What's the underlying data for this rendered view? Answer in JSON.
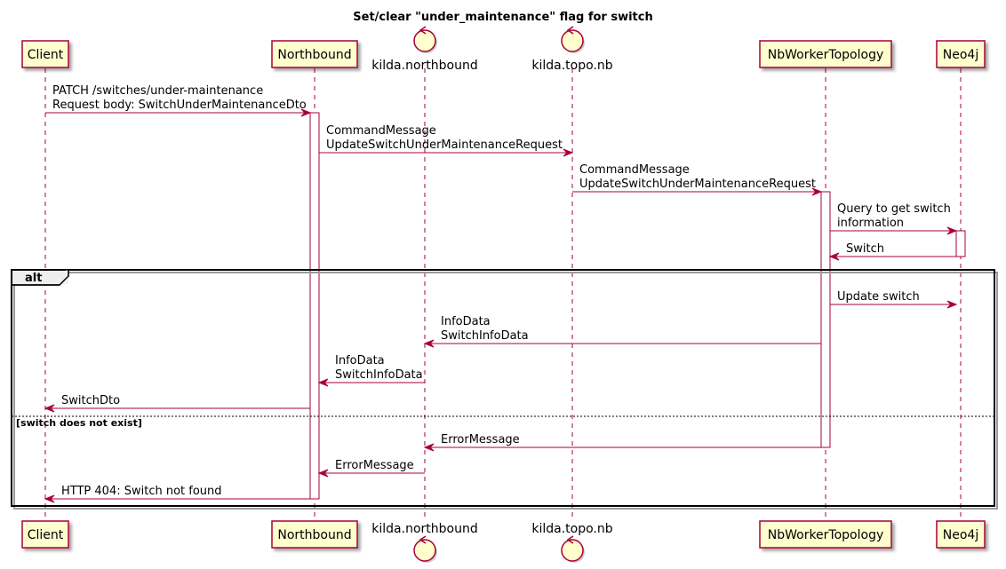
{
  "title": "Set/clear \"under_maintenance\" flag for switch",
  "colors": {
    "participant_fill": "#FEFECE",
    "participant_border": "#A80036",
    "arrow": "#A80036",
    "lifeline": "#A80036",
    "frame": "#000000"
  },
  "participants": [
    {
      "id": "client",
      "label": "Client",
      "kind": "participant"
    },
    {
      "id": "northbound",
      "label": "Northbound",
      "kind": "participant"
    },
    {
      "id": "kilda-northbound",
      "label": "kilda.northbound",
      "kind": "control"
    },
    {
      "id": "kilda-topo-nb",
      "label": "kilda.topo.nb",
      "kind": "control"
    },
    {
      "id": "nbworkertopology",
      "label": "NbWorkerTopology",
      "kind": "participant"
    },
    {
      "id": "neo4j",
      "label": "Neo4j",
      "kind": "participant"
    }
  ],
  "messages": [
    {
      "from": "client",
      "to": "northbound",
      "lines": [
        "PATCH /switches/under-maintenance",
        "Request body: SwitchUnderMaintenanceDto"
      ]
    },
    {
      "from": "northbound",
      "to": "kilda-topo-nb",
      "lines": [
        "CommandMessage",
        "UpdateSwitchUnderMaintenanceRequest"
      ]
    },
    {
      "from": "kilda-topo-nb",
      "to": "nbworkertopology",
      "lines": [
        "CommandMessage",
        "UpdateSwitchUnderMaintenanceRequest"
      ]
    },
    {
      "from": "nbworkertopology",
      "to": "neo4j",
      "lines": [
        "Query to get switch",
        "information"
      ]
    },
    {
      "from": "neo4j",
      "to": "nbworkertopology",
      "lines": [
        "Switch"
      ]
    },
    {
      "from": "nbworkertopology",
      "to": "neo4j",
      "lines": [
        "Update switch"
      ]
    },
    {
      "from": "nbworkertopology",
      "to": "kilda-northbound",
      "lines": [
        "InfoData",
        "SwitchInfoData"
      ]
    },
    {
      "from": "kilda-northbound",
      "to": "northbound",
      "lines": [
        "InfoData",
        "SwitchInfoData"
      ]
    },
    {
      "from": "northbound",
      "to": "client",
      "lines": [
        "SwitchDto"
      ]
    },
    {
      "from": "nbworkertopology",
      "to": "kilda-northbound",
      "lines": [
        "ErrorMessage"
      ]
    },
    {
      "from": "kilda-northbound",
      "to": "northbound",
      "lines": [
        "ErrorMessage"
      ]
    },
    {
      "from": "northbound",
      "to": "client",
      "lines": [
        "HTTP 404: Switch not found"
      ]
    }
  ],
  "alt": {
    "label": "alt",
    "else_guard": "[switch does not exist]"
  }
}
